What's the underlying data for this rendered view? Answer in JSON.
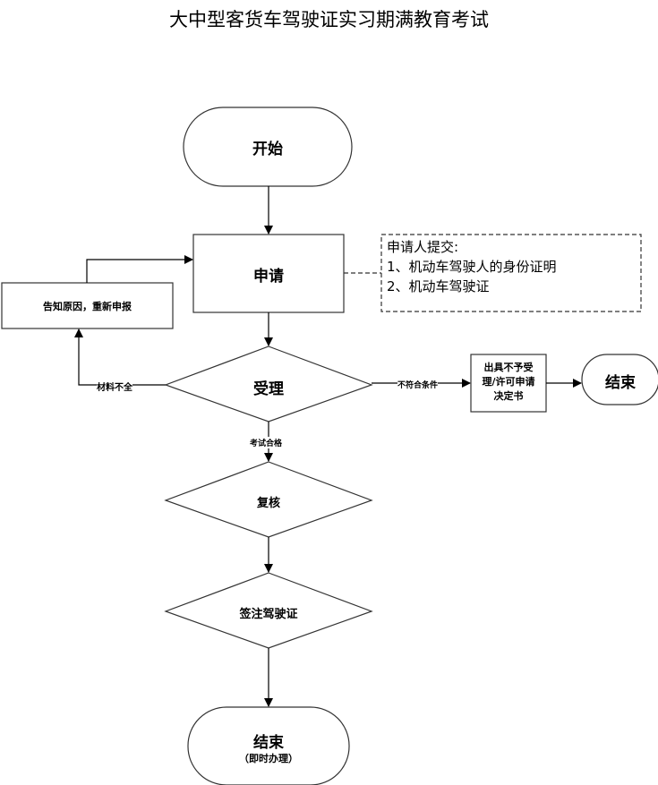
{
  "title": "大中型客货车驾驶证实习期满教育考试",
  "nodes": {
    "start": "开始",
    "apply": "申请",
    "notify": "告知原因，重新申报",
    "accept": "受理",
    "reject_doc": [
      "出具不予受",
      "理/许可申请",
      "决定书"
    ],
    "end_reject": "结束",
    "review": "复核",
    "sign": "签注驾驶证",
    "end_final": "结束",
    "end_final_note": "（即时办理）"
  },
  "annotation": {
    "lines": [
      "申请人提交:",
      "1、机动车驾驶人的身份证明",
      "2、机动车驾驶证"
    ]
  },
  "edge_labels": {
    "incomplete": "材料不全",
    "not_qualified": "不符合条件",
    "passed": "考试合格"
  }
}
